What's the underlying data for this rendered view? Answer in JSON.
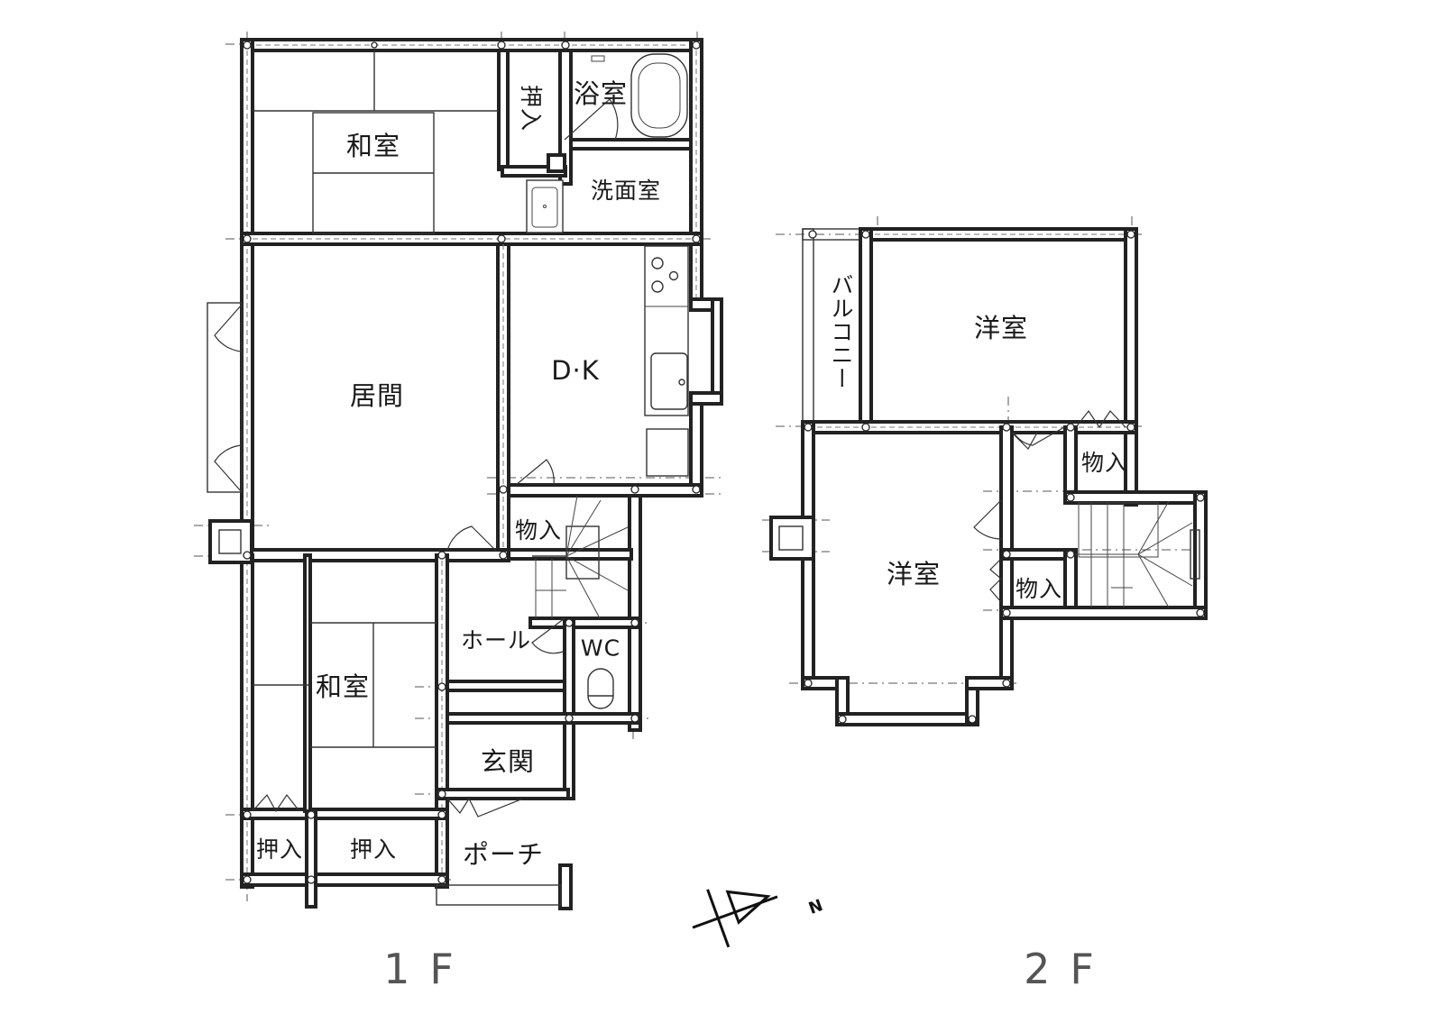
{
  "floors": [
    {
      "name": "1F",
      "rooms": [
        {
          "id": "washitsu-north",
          "label": "和室"
        },
        {
          "id": "oshiire-north",
          "label": "押入"
        },
        {
          "id": "bathroom",
          "label": "浴室"
        },
        {
          "id": "washroom",
          "label": "洗面室"
        },
        {
          "id": "living",
          "label": "居間"
        },
        {
          "id": "dining-kitchen",
          "label": "D·K"
        },
        {
          "id": "storage-stair",
          "label": "物入"
        },
        {
          "id": "washitsu-south",
          "label": "和室"
        },
        {
          "id": "hall",
          "label": "ホール"
        },
        {
          "id": "wc",
          "label": "WC"
        },
        {
          "id": "entrance",
          "label": "玄関"
        },
        {
          "id": "oshiire-south-small",
          "label": "押入"
        },
        {
          "id": "oshiire-south",
          "label": "押入"
        },
        {
          "id": "porch",
          "label": "ポーチ"
        }
      ]
    },
    {
      "name": "2F",
      "rooms": [
        {
          "id": "balcony",
          "label": "バルコニー"
        },
        {
          "id": "western-room-north",
          "label": "洋室"
        },
        {
          "id": "storage-north",
          "label": "物入"
        },
        {
          "id": "western-room-south",
          "label": "洋室"
        },
        {
          "id": "storage-south",
          "label": "物入"
        }
      ]
    }
  ],
  "floor_labels": {
    "first": "1F",
    "second": "2F"
  },
  "north_arrow": {
    "letter": "N"
  },
  "colors": {
    "wall": "#222222",
    "background": "#ffffff",
    "text": "#1a1a1a",
    "floor_label": "#555555"
  }
}
